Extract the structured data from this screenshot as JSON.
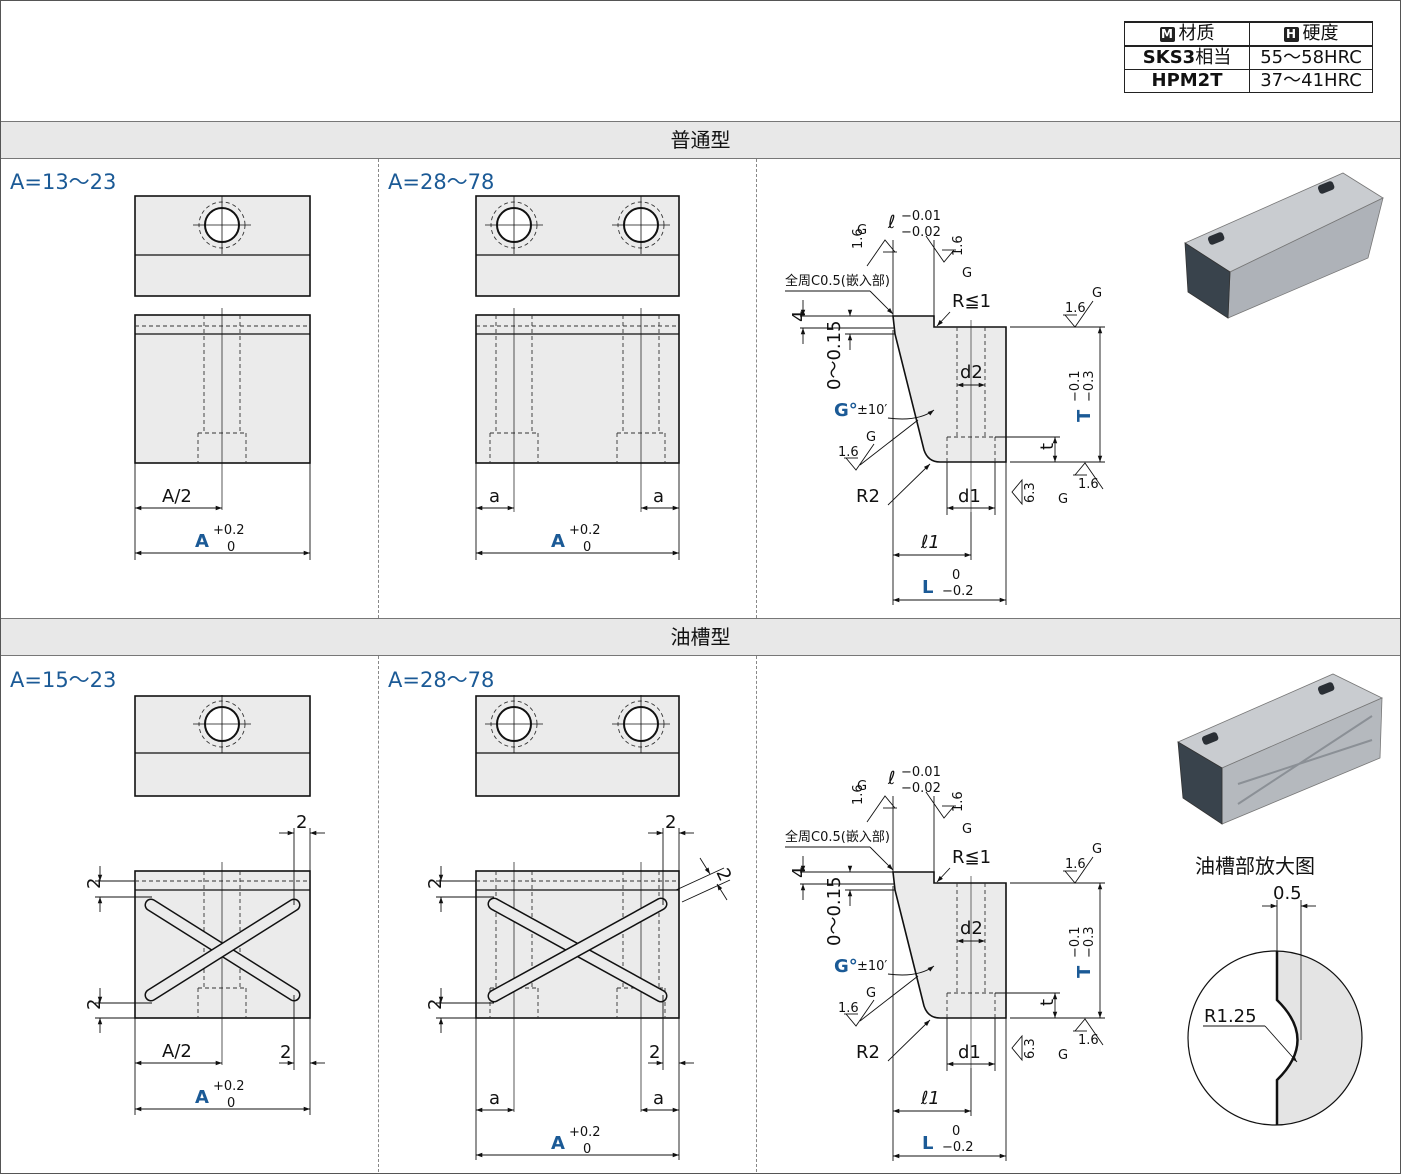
{
  "spec_table": {
    "material_icon": "M",
    "material_header": "材质",
    "hardness_icon": "H",
    "hardness_header": "硬度",
    "rows": [
      {
        "material": "SKS3",
        "material_suffix": "相当",
        "hardness": "55～58HRC"
      },
      {
        "material": "HPM2T",
        "material_suffix": "",
        "hardness": "37～41HRC"
      }
    ]
  },
  "sections": {
    "standard": {
      "title": "普通型",
      "range_left": "A=13～23",
      "range_mid": "A=28～78"
    },
    "oil_groove": {
      "title": "油槽型",
      "range_left": "A=15～23",
      "range_mid": "A=28～78",
      "enlarge_title": "油槽部放大图",
      "groove_width": "0.5",
      "groove_radius": "R1.25"
    }
  },
  "dims": {
    "A": "A",
    "A_tol_upper": "+0.2",
    "A_tol_lower": "0",
    "A_half": "A/2",
    "a": "a",
    "two": "2",
    "l_tol_upper": "−0.01",
    "l_tol_lower": "−0.02",
    "chamfer_note": "全周C0.5(嵌入部)",
    "R_max": "R≦1",
    "four": "4",
    "z_range": "0～0.15",
    "G_deg": "G°",
    "G_tol": "±10′",
    "d2": "d2",
    "d1": "d1",
    "T": "T",
    "T_tol_upper": "−0.1",
    "T_tol_lower": "−0.3",
    "t": "t",
    "R2": "R2",
    "l1": "ℓ1",
    "L": "L",
    "L_tol_upper": "0",
    "L_tol_lower": "−0.2",
    "rough_16": "1.6",
    "rough_63": "6.3",
    "G": "G"
  },
  "colors": {
    "accent_blue": "#1b5a96",
    "band_gray": "#e8e8e8",
    "part_fill": "#ebebeb"
  }
}
